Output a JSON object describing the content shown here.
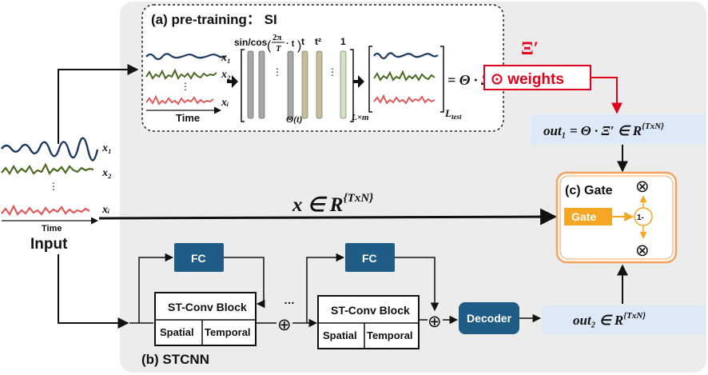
{
  "panel_a": {
    "title": "(a) pre-training： SI",
    "basis_label": "sin/cos",
    "basis_frac_num": "2π",
    "basis_frac_den": "T",
    "basis_t": "· t",
    "col_t": "t",
    "col_t2": "t²",
    "col_one": "1",
    "ellipsis": "…",
    "theta_t": "Θ(t)",
    "lxm": "L×m",
    "ltest": "L",
    "ltest_sub": "test",
    "equation": "= Θ · Ξ",
    "weights_label": "⊙ weights",
    "xi_prime": "Ξ′",
    "signals": [
      "x₁",
      "x₂",
      "xᵢ"
    ],
    "time_label": "Time"
  },
  "input": {
    "signals": [
      "x₁",
      "x₂",
      "xᵢ"
    ],
    "time_label": "Time",
    "label": "Input"
  },
  "x_space": "x ∈ R",
  "x_space_sup": "{TxN}",
  "out1": {
    "text": "out₁ = Θ · Ξ′ ∈ R",
    "sup": "{TxN}"
  },
  "out2": {
    "text": "out₂ ∈ R",
    "sup": "{TxN}"
  },
  "gate": {
    "title": "(c) Gate",
    "button": "Gate",
    "one_minus": "1-",
    "otimes": "⊗"
  },
  "stcnn": {
    "title": "(b) STCNN",
    "fc": "FC",
    "block_title": "ST-Conv Block",
    "spatial": "Spatial",
    "temporal": "Temporal",
    "ellipsis": "…",
    "oplus": "⊕",
    "decoder": "Decoder"
  },
  "colors": {
    "panel_bg": "#ececec",
    "box_blue": "#dde9f6",
    "dark_blue": "#1f5d86",
    "red": "#e3001b",
    "orange": "#f5a623",
    "gate_border": "#f5a25d",
    "wave_navy": "#1c3a5e",
    "wave_green": "#4b6b22",
    "wave_red": "#e05a5a"
  }
}
